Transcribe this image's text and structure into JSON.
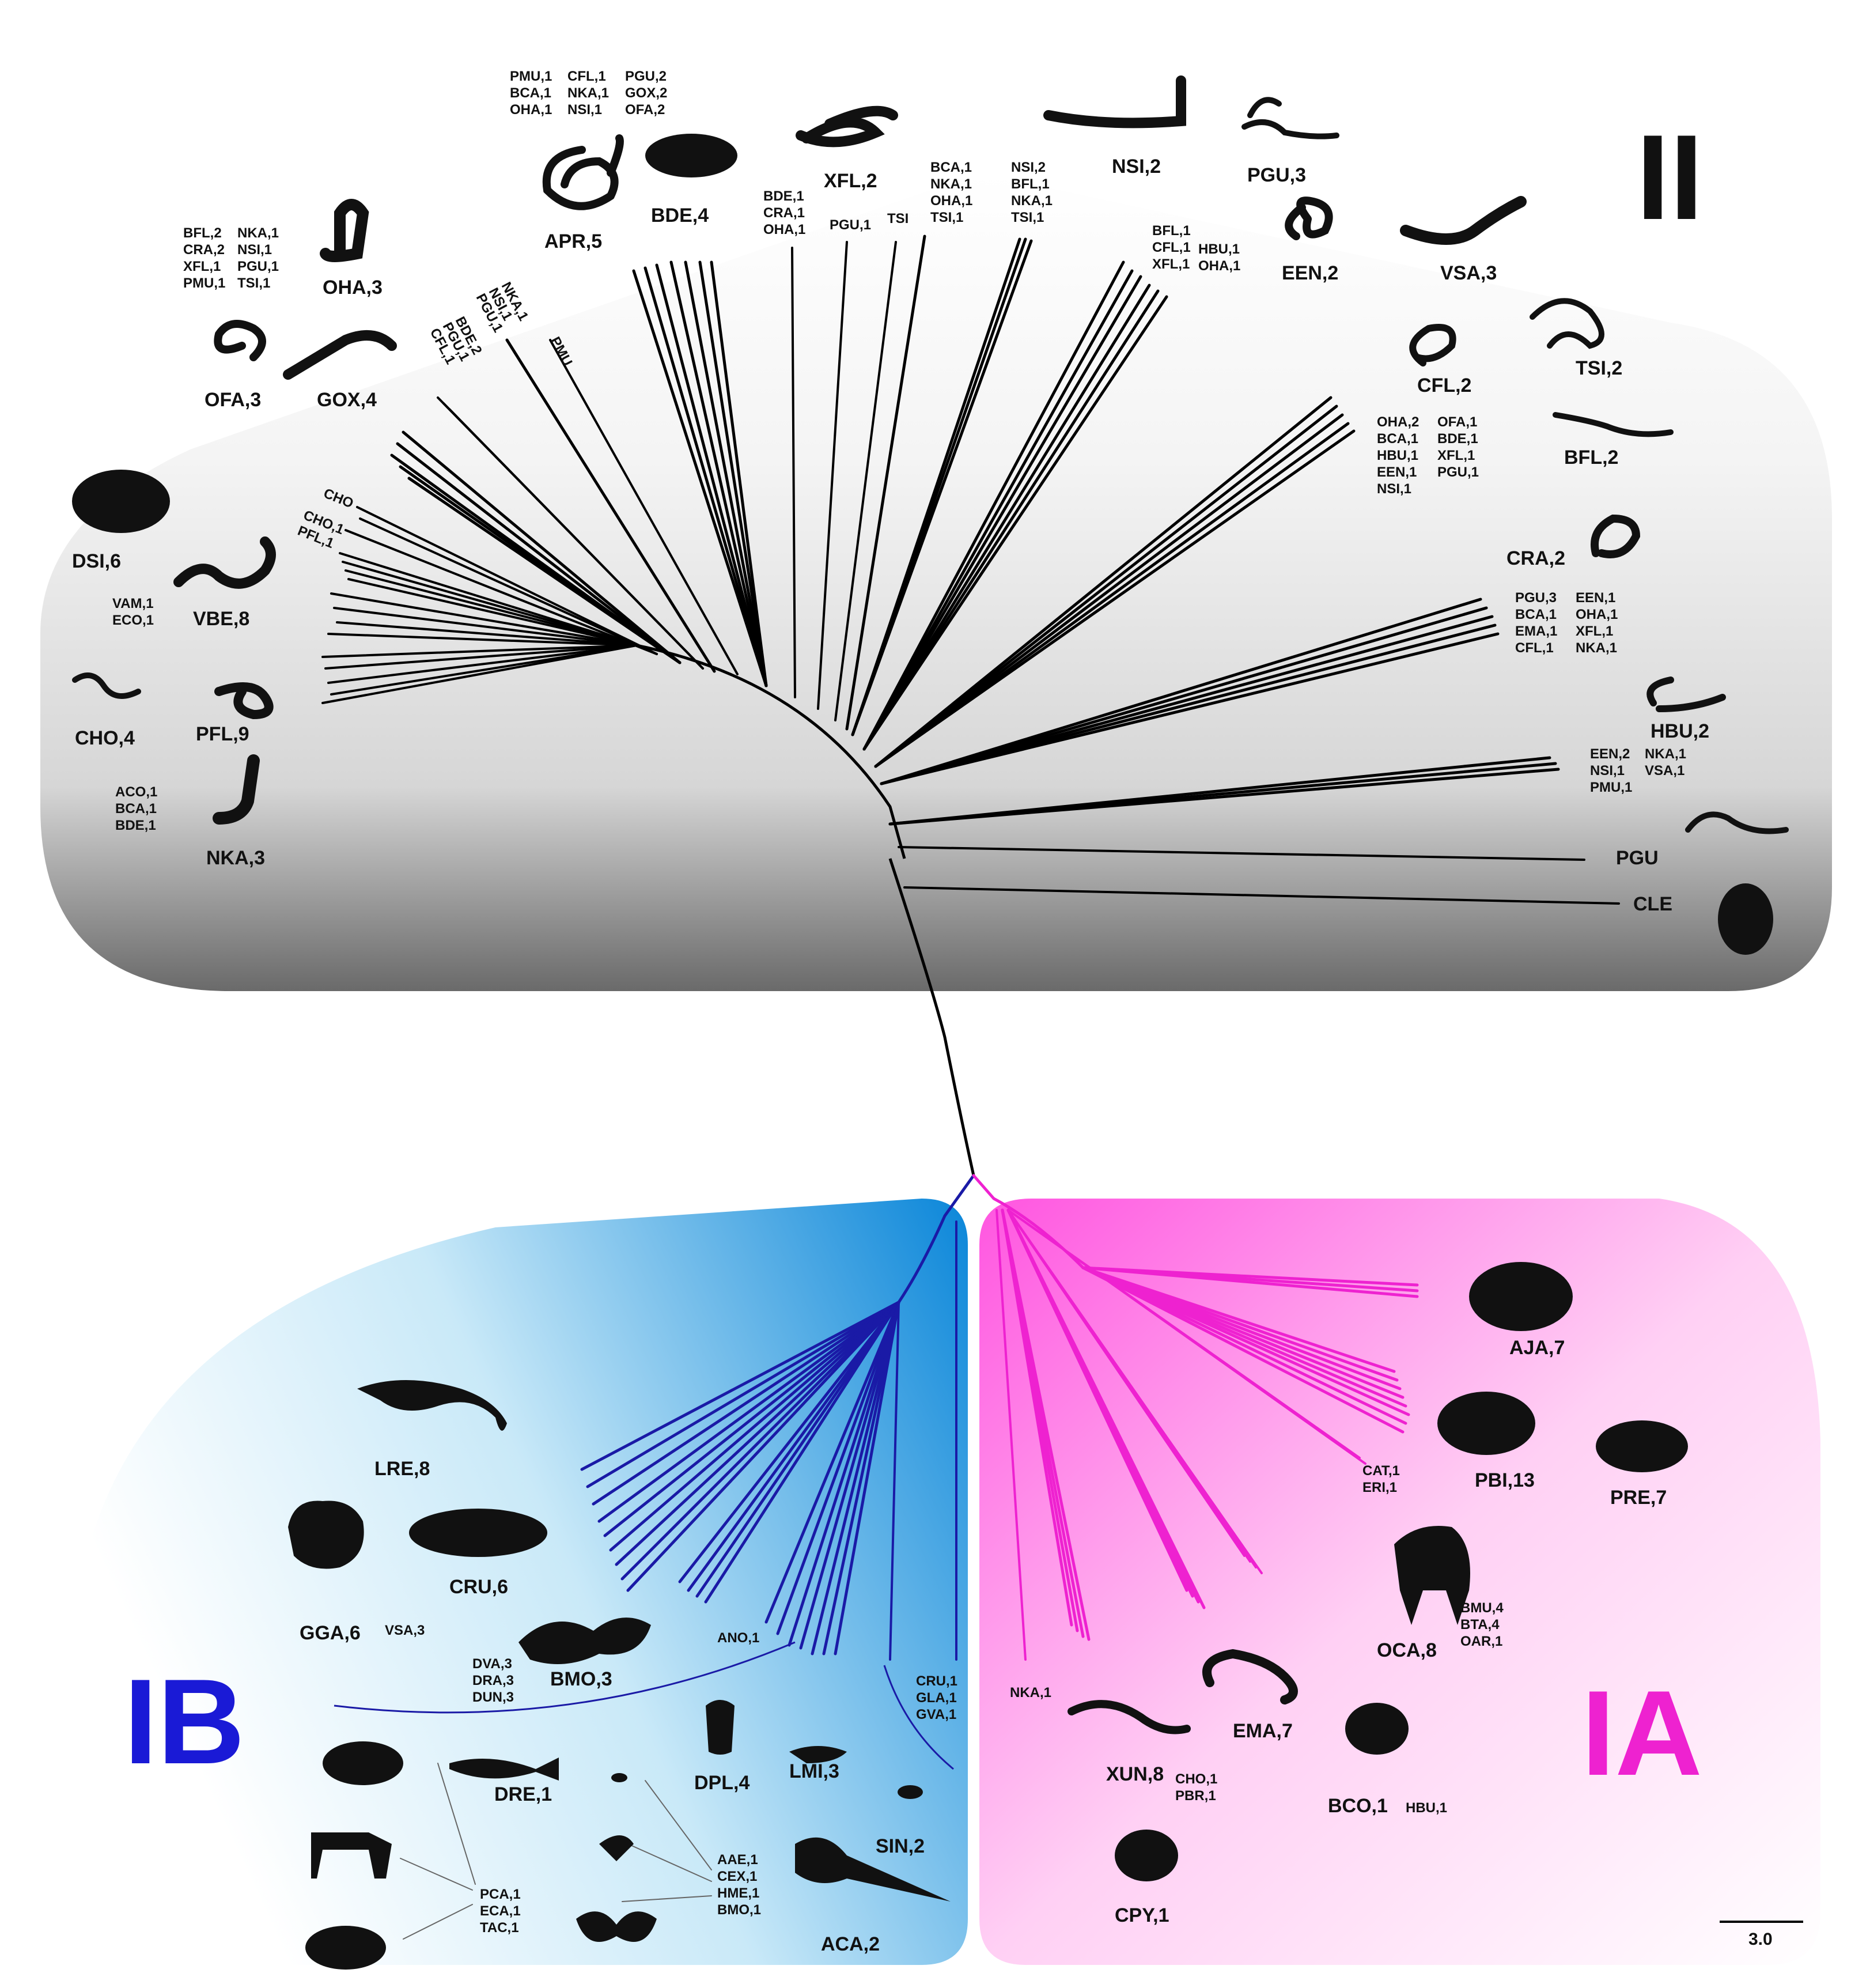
{
  "clades": {
    "II": {
      "label": "II"
    },
    "IB": {
      "label": "IB",
      "color": "#1a1ad6"
    },
    "IA": {
      "label": "IA",
      "color": "#ee22d0"
    }
  },
  "colors": {
    "panel_ii_dark": "#6a6a6a",
    "panel_ib": "#0a86d9",
    "panel_ia": "#ff55e0",
    "branch_ii": "#000000",
    "branch_ib": "#1a1aa6",
    "branch_ia": "#ee22d0"
  },
  "scale_bar": {
    "label": "3.0"
  },
  "clade_ii": {
    "taxa": [
      {
        "id": "oha",
        "label": "OHA,3"
      },
      {
        "id": "apr",
        "label": "APR,5"
      },
      {
        "id": "bde",
        "label": "BDE,4"
      },
      {
        "id": "xfl",
        "label": "XFL,2"
      },
      {
        "id": "nsi",
        "label": "NSI,2"
      },
      {
        "id": "pgu",
        "label": "PGU,3"
      },
      {
        "id": "een",
        "label": "EEN,2"
      },
      {
        "id": "vsa",
        "label": "VSA,3"
      },
      {
        "id": "ofa",
        "label": "OFA,3"
      },
      {
        "id": "gox",
        "label": "GOX,4"
      },
      {
        "id": "cfl",
        "label": "CFL,2"
      },
      {
        "id": "tsi",
        "label": "TSI,2"
      },
      {
        "id": "bfl",
        "label": "BFL,2"
      },
      {
        "id": "dsi",
        "label": "DSI,6"
      },
      {
        "id": "vbe",
        "label": "VBE,8"
      },
      {
        "id": "cra",
        "label": "CRA,2"
      },
      {
        "id": "cho",
        "label": "CHO,4"
      },
      {
        "id": "pfl",
        "label": "PFL,9"
      },
      {
        "id": "hbu",
        "label": "HBU,2"
      },
      {
        "id": "nka",
        "label": "NKA,3"
      },
      {
        "id": "pgu_single",
        "label": "PGU"
      },
      {
        "id": "cle",
        "label": "CLE"
      }
    ],
    "annotations": [
      {
        "id": "top_left_block",
        "lines": [
          "PMU,1",
          "BCA,1",
          "OHA,1"
        ]
      },
      {
        "id": "top_mid_block",
        "lines": [
          "CFL,1",
          "NKA,1",
          "NSI,1"
        ]
      },
      {
        "id": "top_right_block",
        "lines": [
          "PGU,2",
          "GOX,2",
          "OFA,2"
        ]
      },
      {
        "id": "oha_left_a",
        "lines": [
          "BFL,2",
          "CRA,2",
          "XFL,1",
          "PMU,1"
        ]
      },
      {
        "id": "oha_left_b",
        "lines": [
          "NKA,1",
          "NSI,1",
          "PGU,1",
          "TSI,1"
        ]
      },
      {
        "id": "xfl_below",
        "lines": [
          "BDE,1",
          "CRA,1",
          "OHA,1"
        ]
      },
      {
        "id": "pgu1",
        "lines": [
          "PGU,1"
        ]
      },
      {
        "id": "tsi",
        "lines": [
          "TSI"
        ]
      },
      {
        "id": "mid_a",
        "lines": [
          "BCA,1",
          "NKA,1",
          "OHA,1",
          "TSI,1"
        ]
      },
      {
        "id": "mid_b",
        "lines": [
          "NSI,2",
          "BFL,1",
          "NKA,1",
          "TSI,1"
        ]
      },
      {
        "id": "een_left",
        "lines": [
          "BFL,1",
          "CFL,1",
          "XFL,1"
        ]
      },
      {
        "id": "een_right",
        "lines": [
          "HBU,1",
          "OHA,1"
        ]
      },
      {
        "id": "cfl_left",
        "lines": [
          "OHA,2",
          "BCA,1",
          "HBU,1",
          "EEN,1",
          "NSI,1"
        ]
      },
      {
        "id": "cfl_right",
        "lines": [
          "OFA,1",
          "BDE,1",
          "XFL,1",
          "PGU,1"
        ]
      },
      {
        "id": "cra_left",
        "lines": [
          "PGU,3",
          "BCA,1",
          "EMA,1",
          "CFL,1"
        ]
      },
      {
        "id": "cra_right",
        "lines": [
          "EEN,1",
          "OHA,1",
          "XFL,1",
          "NKA,1"
        ]
      },
      {
        "id": "hbu_left",
        "lines": [
          "EEN,2",
          "NSI,1",
          "PMU,1"
        ]
      },
      {
        "id": "hbu_right",
        "lines": [
          "NKA,1",
          "VSA,1"
        ]
      },
      {
        "id": "vbe_left",
        "lines": [
          "VAM,1",
          "ECO,1"
        ]
      },
      {
        "id": "nka_left",
        "lines": [
          "ACO,1",
          "BCA,1",
          "BDE,1"
        ]
      }
    ],
    "rotated_labels": {
      "pmu": "PMU",
      "nka1": "NKA,1",
      "nsi1": "NSI,1",
      "pgu1": "PGU,1",
      "bde2": "BDE,2",
      "pgu1b": "PGU,1",
      "cfl1": "CFL,1",
      "cho": "CHO",
      "cho1": "CHO,1",
      "pfl1": "PFL,1"
    }
  },
  "clade_ib": {
    "taxa": [
      {
        "id": "lre",
        "label": "LRE,8"
      },
      {
        "id": "gga",
        "label": "GGA,6"
      },
      {
        "id": "cru",
        "label": "CRU,6"
      },
      {
        "id": "bmo",
        "label": "BMO,3"
      },
      {
        "id": "dre",
        "label": "DRE,1"
      },
      {
        "id": "dpl",
        "label": "DPL,4"
      },
      {
        "id": "lmi",
        "label": "LMI,3"
      },
      {
        "id": "sin",
        "label": "SIN,2"
      },
      {
        "id": "aca",
        "label": "ACA,2"
      }
    ],
    "annotations": [
      {
        "id": "vsa3",
        "lines": [
          "VSA,3"
        ]
      },
      {
        "id": "ano1",
        "lines": [
          "ANO,1"
        ]
      },
      {
        "id": "dva_block",
        "lines": [
          "DVA,3",
          "DRA,3",
          "DUN,3"
        ]
      },
      {
        "id": "cru_block",
        "lines": [
          "CRU,1",
          "GLA,1",
          "GVA,1"
        ]
      },
      {
        "id": "pca_block",
        "lines": [
          "PCA,1",
          "ECA,1",
          "TAC,1"
        ]
      },
      {
        "id": "aae_block",
        "lines": [
          "AAE,1",
          "CEX,1",
          "HME,1",
          "BMO,1"
        ]
      }
    ]
  },
  "clade_ia": {
    "taxa": [
      {
        "id": "aja",
        "label": "AJA,7"
      },
      {
        "id": "pbi",
        "label": "PBI,13"
      },
      {
        "id": "pre",
        "label": "PRE,7"
      },
      {
        "id": "oca",
        "label": "OCA,8"
      },
      {
        "id": "ema",
        "label": "EMA,7"
      },
      {
        "id": "xun",
        "label": "XUN,8"
      },
      {
        "id": "bco",
        "label": "BCO,1"
      },
      {
        "id": "cpy",
        "label": "CPY,1"
      }
    ],
    "annotations": [
      {
        "id": "cat_block",
        "lines": [
          "CAT,1",
          "ERI,1"
        ]
      },
      {
        "id": "bmu_block",
        "lines": [
          "BMU,4",
          "BTA,4",
          "OAR,1"
        ]
      },
      {
        "id": "nka1",
        "lines": [
          "NKA,1"
        ]
      },
      {
        "id": "cho_block",
        "lines": [
          "CHO,1",
          "PBR,1"
        ]
      },
      {
        "id": "hbu1",
        "lines": [
          "HBU,1"
        ]
      }
    ]
  }
}
